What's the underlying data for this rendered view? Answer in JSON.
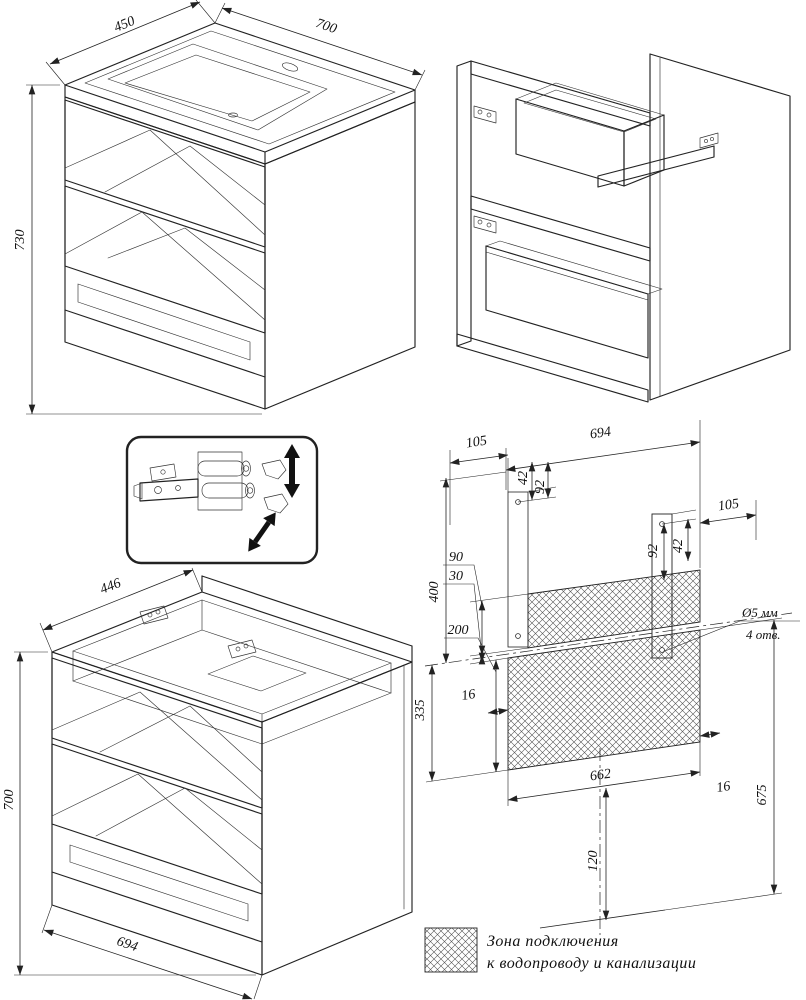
{
  "front_view": {
    "dim_depth": "450",
    "dim_width": "700",
    "dim_height": "730"
  },
  "rear_view": {
    "dim_depth": "446",
    "dim_height": "700",
    "dim_width": "694"
  },
  "mounting_view": {
    "dim_offset_left": "105",
    "dim_width_top": "694",
    "dim_hole_a_left": "42",
    "dim_hole_b_left": "92",
    "dim_hole_b_right": "92",
    "dim_hole_a_right": "42",
    "dim_offset_right": "105",
    "dim_90": "90",
    "dim_30": "30",
    "dim_400": "400",
    "dim_200": "200",
    "dim_335": "335",
    "dim_16_left": "16",
    "dim_662": "662",
    "dim_16_right": "16",
    "dim_675": "675",
    "dim_120": "120",
    "note_line1": "Ø5 мм",
    "note_line2": "4 отв."
  },
  "legend": {
    "line1": "Зона подключения",
    "line2": "к водопроводу и канализации"
  }
}
